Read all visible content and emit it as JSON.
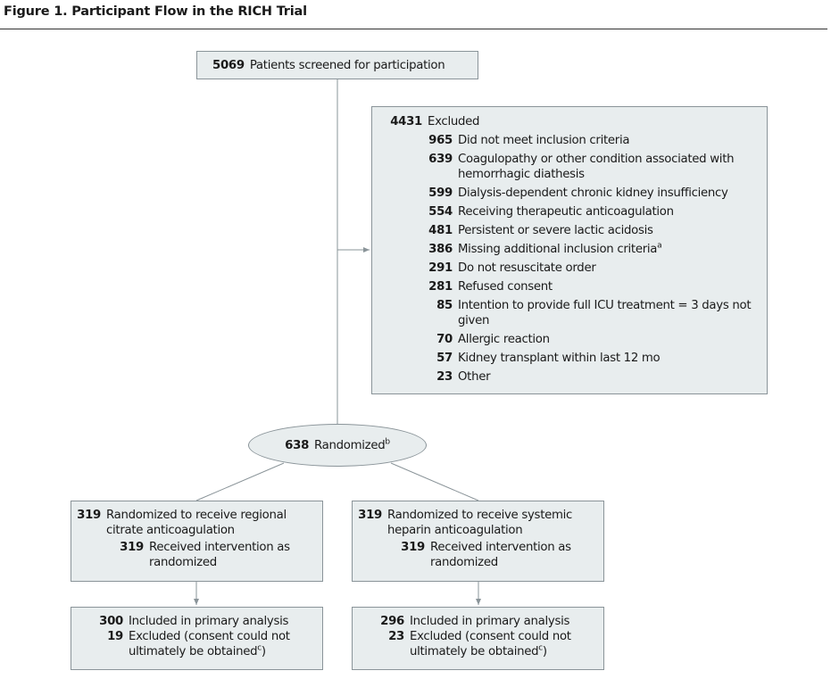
{
  "figure": {
    "title": "Figure 1. Participant Flow in the RICH Trial"
  },
  "screened": {
    "count": "5069",
    "label": "Patients screened for participation"
  },
  "excluded": {
    "count": "4431",
    "label": "Excluded",
    "reasons": [
      {
        "count": "965",
        "text": "Did not meet inclusion criteria"
      },
      {
        "count": "639",
        "text": "Coagulopathy or other condition associated with hemorrhagic diathesis"
      },
      {
        "count": "599",
        "text": "Dialysis-dependent chronic kidney insufficiency"
      },
      {
        "count": "554",
        "text": "Receiving therapeutic anticoagulation"
      },
      {
        "count": "481",
        "text": "Persistent or severe lactic acidosis"
      },
      {
        "count": "386",
        "text": "Missing additional inclusion criteria",
        "sup": "a"
      },
      {
        "count": "291",
        "text": "Do not resuscitate order"
      },
      {
        "count": "281",
        "text": "Refused consent"
      },
      {
        "count": "85",
        "text": "Intention to provide full ICU treatment = 3 days not given"
      },
      {
        "count": "70",
        "text": "Allergic reaction"
      },
      {
        "count": "57",
        "text": "Kidney transplant within last 12 mo"
      },
      {
        "count": "23",
        "text": "Other"
      }
    ]
  },
  "randomized": {
    "count": "638",
    "label": "Randomized",
    "sup": "b"
  },
  "arms": [
    {
      "count": "319",
      "label": "Randomized to receive regional citrate anticoagulation",
      "received_count": "319",
      "received_label": "Received intervention as randomized",
      "included_count": "300",
      "included_label": "Included in primary analysis",
      "excluded_count": "19",
      "excluded_label": "Excluded (consent could not ultimately be obtained",
      "excluded_sup": "c",
      "excluded_close": ")"
    },
    {
      "count": "319",
      "label": "Randomized to receive systemic heparin anticoagulation",
      "received_count": "319",
      "received_label": "Received intervention as randomized",
      "included_count": "296",
      "included_label": "Included in primary analysis",
      "excluded_count": "23",
      "excluded_label": "Excluded (consent could not ultimately be obtained",
      "excluded_sup": "c",
      "excluded_close": ")"
    }
  ]
}
